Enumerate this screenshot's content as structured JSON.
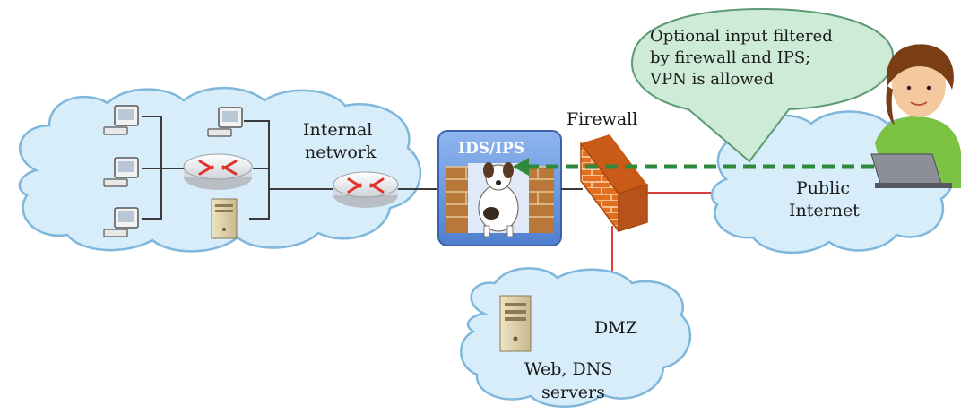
{
  "labels": {
    "internal_network_line1": "Internal",
    "internal_network_line2": "network",
    "ids_ips": "IDS/IPS",
    "firewall": "Firewall",
    "public_internet_line1": "Public",
    "public_internet_line2": "Internet",
    "dmz": "DMZ",
    "dmz_servers_line1": "Web, DNS",
    "dmz_servers_line2": "servers",
    "callout_line1": "Optional input filtered",
    "callout_line2": "by firewall and IPS;",
    "callout_line3": "VPN is allowed"
  },
  "colors": {
    "cloud_fill": "#d7eefa",
    "cloud_stroke": "#7fb6dc",
    "callout_fill": "#cdebd6",
    "callout_stroke": "#5d9a73",
    "vpn_arrow": "#2e8a3a",
    "dmz_link": "#d94040",
    "lan_link": "#3a3a3a",
    "ids_box": "#6f9fe3",
    "firewall_brick": "#e06f22"
  },
  "icons": {
    "workstation": "desktop-computer-icon",
    "router": "router-icon",
    "server": "server-tower-icon",
    "ids": "guard-dog-icon",
    "firewall": "brick-wall-firewall-icon",
    "user": "laptop-user-icon"
  }
}
